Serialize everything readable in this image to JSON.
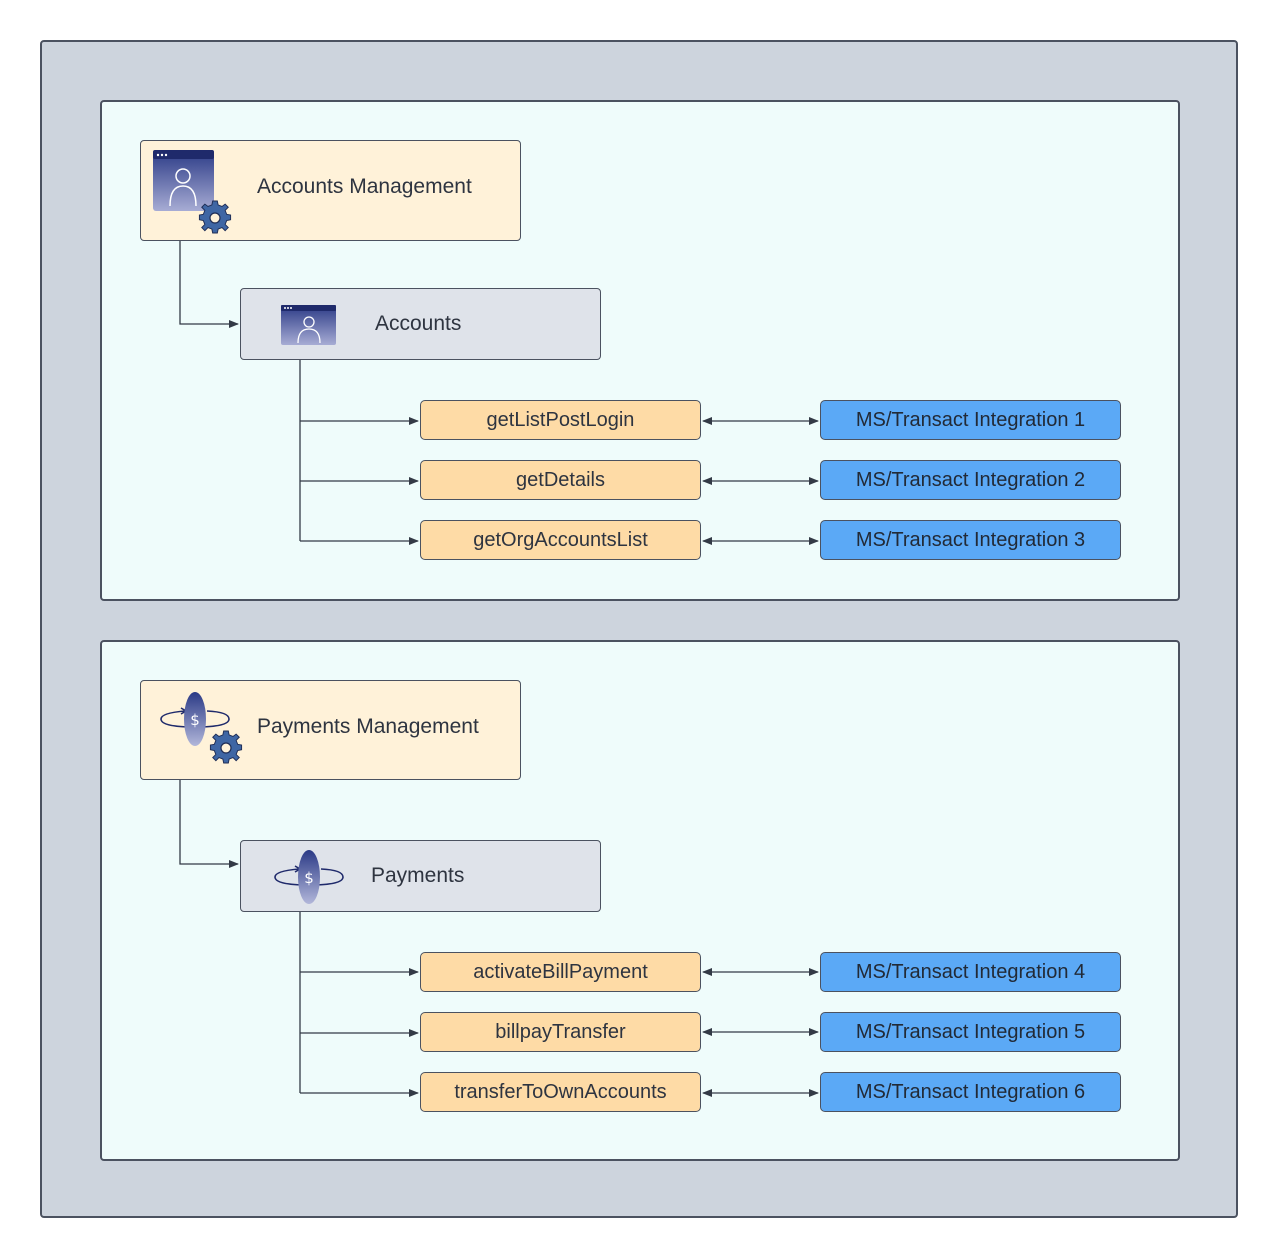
{
  "accounts_section": {
    "management_title": "Accounts Management",
    "service_title": "Accounts",
    "operations": [
      "getListPostLogin",
      "getDetails",
      "getOrgAccountsList"
    ],
    "integrations": [
      "MS/Transact Integration 1",
      "MS/Transact Integration 2",
      "MS/Transact Integration 3"
    ]
  },
  "payments_section": {
    "management_title": "Payments Management",
    "service_title": "Payments",
    "operations": [
      "activateBillPayment",
      "billpayTransfer",
      "transferToOwnAccounts"
    ],
    "integrations": [
      "MS/Transact Integration 4",
      "MS/Transact Integration 5",
      "MS/Transact Integration 6"
    ]
  },
  "icons": {
    "accounts_management": "user-window-gear-icon",
    "accounts": "user-window-icon",
    "payments_management": "dollar-coin-gear-icon",
    "payments": "dollar-coin-icon"
  },
  "colors": {
    "outer_background": "#cdd4dd",
    "panel_background": "#effcfb",
    "management_fill": "#fff2d9",
    "service_fill": "#dfe3ea",
    "operation_fill": "#fedba6",
    "integration_fill": "#5ba9f6"
  }
}
